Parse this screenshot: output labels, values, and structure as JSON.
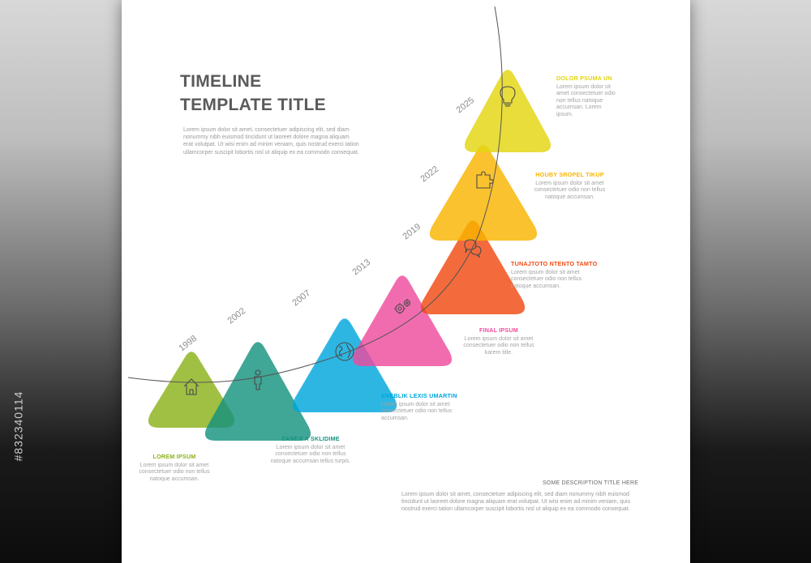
{
  "header": {
    "title_line1": "TIMELINE",
    "title_line2": "TEMPLATE TITLE",
    "intro": "Lorem ipsum dolor sit amet, consectetuer adipiscing elit, sed diam nonummy nibh euismod tincidunt ut laoreet dolore magna aliquam erat volutpat. Ut wisi enim ad minim veniam, quis nostrud exerci tation ullamcorper suscipit lobortis nisl ut aliquip ex ea commodo consequat."
  },
  "side_code": "#832340114",
  "milestones": [
    {
      "year": "1998",
      "title": "LOREM IPSUM",
      "text": "Lorem ipsum dolor sit amet consectetuer odio non tellus natoque accumsan.",
      "color": "#8bb21a",
      "icon": "house-icon"
    },
    {
      "year": "2002",
      "title": "ZASEJI A SKLIDIME",
      "text": "Lorem ipsum dolor sit amet consectetuer odio non tellus natoque accumsan tellus turpis.",
      "color": "#16937f",
      "icon": "person-icon"
    },
    {
      "year": "2007",
      "title": "ENEBLIK LEXIS UMARTIN",
      "text": "Lorem ipsum dolor sit amet consectetuer odio non tellus accumsan.",
      "color": "#00a6dd",
      "icon": "globe-icon"
    },
    {
      "year": "2013",
      "title": "FINAL IPSUM",
      "text": "Lorem ipsum dolor sit amet consectetuer odio non tellus karem title.",
      "color": "#ee4c9e",
      "icon": "gears-icon"
    },
    {
      "year": "2019",
      "title": "TUNAJTOTO NTENTO TAMTO",
      "text": "Lorem ipsum dolor sit amet consectetuer odio non tellus natoque accumsan.",
      "color": "#f04b12",
      "icon": "speech-bubbles-icon"
    },
    {
      "year": "2022",
      "title": "HOUBY SROPEL TIKUP",
      "text": "Lorem ipsum dolor sit amet consectetuer odio non tellus natoque accumsan.",
      "color": "#f9b500",
      "icon": "puzzle-icon"
    },
    {
      "year": "2025",
      "title": "DOLOR PSUMA UN",
      "text": "Lorem ipsum dolor sit amet consectetuer odio non tellus natoque accumsan. Lorem ipsum.",
      "color": "#e3d510",
      "icon": "lightbulb-icon"
    }
  ],
  "footer": {
    "title": "SOME DESCRIPTION TITLE HERE",
    "text": "Lorem ipsum dolor sit amet, consectetuer adipiscing elit, sed diam nonummy nibh euismod tincidunt ut laoreet dolore magna aliquam erat volutpat. Ut wisi enim ad minim veniam, quis nostrud exerci tation ullamcorper suscipit lobortis nisl ut aliquip ex ea commodo consequat."
  }
}
